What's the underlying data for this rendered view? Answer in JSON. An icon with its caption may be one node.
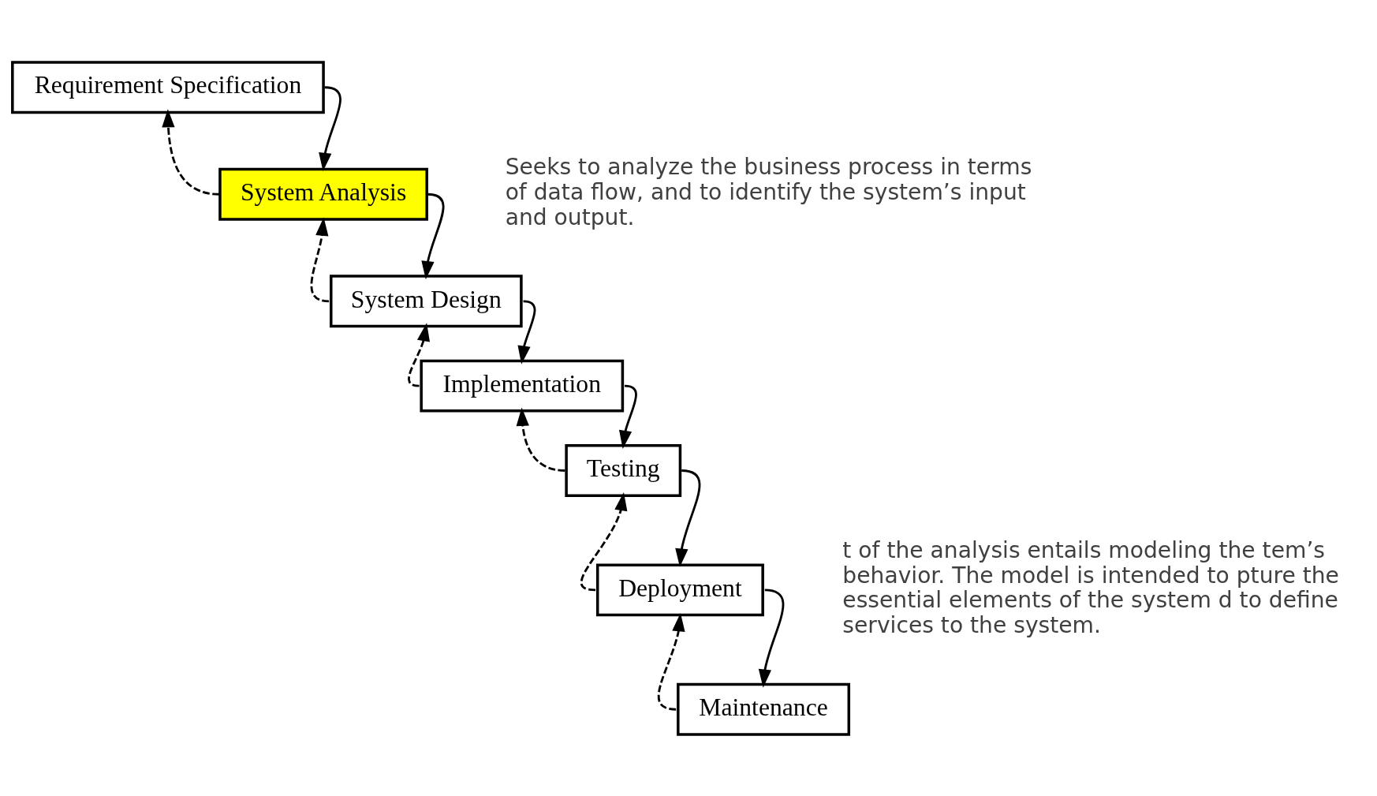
{
  "diagram": {
    "nodes": [
      {
        "text": [
          "Requirement Specification"
        ]
      },
      {
        "text": [
          "System Analysis"
        ]
      },
      {
        "text": [
          "System Design"
        ]
      },
      {
        "text": [
          "Implementation"
        ]
      },
      {
        "text": [
          "Testing"
        ]
      },
      {
        "text": [
          "Deployment"
        ]
      },
      {
        "text": [
          "Maintenance"
        ]
      }
    ],
    "edges": [
      {
        "from": 0,
        "to": 1,
        "arrow": "to"
      },
      {
        "from": 1,
        "to": 0,
        "arrow": "to",
        "style": "dashed"
      },
      {
        "from": 1,
        "to": 2,
        "arrow": "to"
      },
      {
        "from": 2,
        "to": 1,
        "arrow": "to",
        "style": "dashed"
      },
      {
        "from": 2,
        "to": 3,
        "arrow": "to"
      },
      {
        "from": 3,
        "to": 2,
        "arrow": "to",
        "style": "dashed"
      },
      {
        "from": 3,
        "to": 4,
        "arrow": "to"
      },
      {
        "from": 4,
        "to": 3,
        "arrow": "to",
        "style": "dashed"
      },
      {
        "from": 4,
        "to": 5,
        "arrow": "to"
      },
      {
        "from": 5,
        "to": 4,
        "arrow": "to",
        "style": "dashed"
      },
      {
        "from": 5,
        "to": 6,
        "arrow": "to"
      },
      {
        "from": 6,
        "to": 5,
        "arrow": "to",
        "style": "dashed"
      }
    ],
    "labels": [
      "Seeks to analyze the business process in terms of data flow, and to identify the system’s input and output.",
      "t of the analysis entails modeling the tem’s behavior. The model is intended to pture the essential elements of the system d to define services to the system."
    ]
  }
}
